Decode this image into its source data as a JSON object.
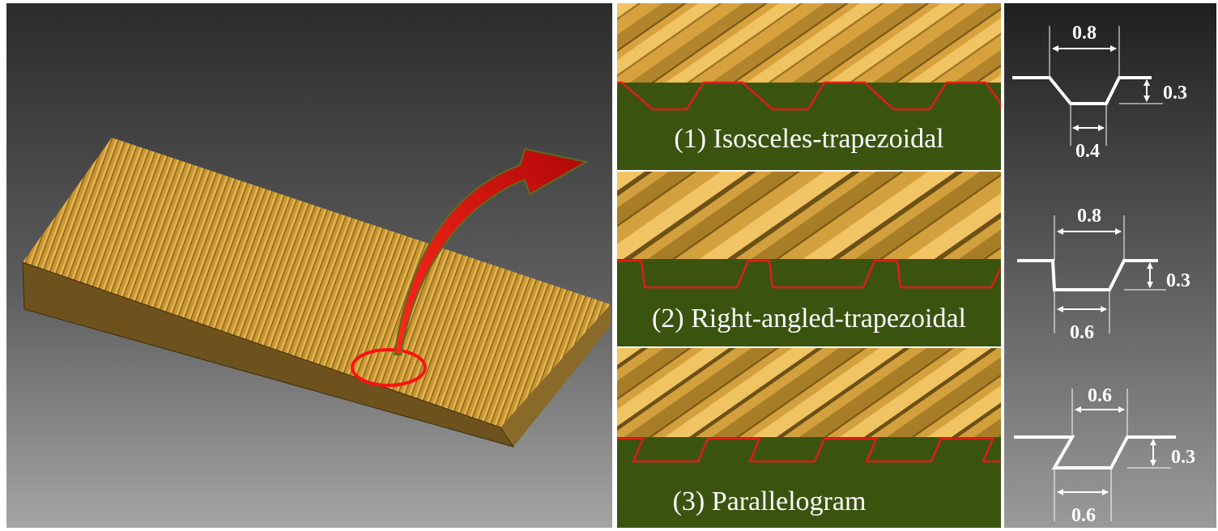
{
  "panels": [
    {
      "caption": "(1) Isosceles-trapezoidal",
      "top_width": "0.8",
      "bottom_width": "0.4",
      "depth": "0.3"
    },
    {
      "caption": "(2) Right-angled-trapezoidal",
      "top_width": "0.8",
      "bottom_width": "0.6",
      "depth": "0.3"
    },
    {
      "caption": "(3) Parallelogram",
      "top_width": "0.6",
      "bottom_width": "0.6",
      "depth": "0.3"
    }
  ],
  "colors": {
    "groove_surface": "#c9952f",
    "base_green": "#3a5410",
    "outline_red": "#e21a1a",
    "arrow_red": "#d10f0f"
  }
}
